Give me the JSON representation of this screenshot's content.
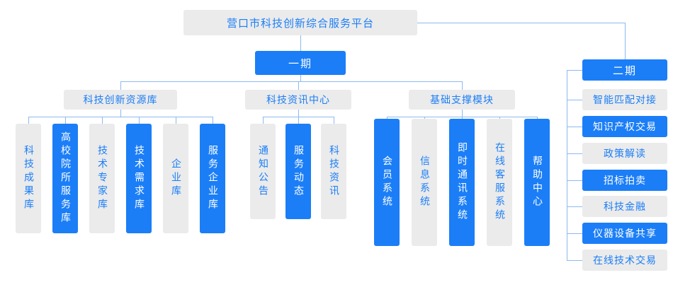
{
  "colors": {
    "highlight_blue": "#1b7ef7",
    "box_gray": "#ebebeb",
    "connector_blue": "#8cbaf0",
    "text_on_gray": "#1b7ef7",
    "text_on_blue": "#ffffff"
  },
  "root": {
    "label": "营口市科技创新综合服务平台"
  },
  "phase1": {
    "label": "一期"
  },
  "phase2": {
    "label": "二期",
    "items": [
      {
        "label": "智能匹配对接"
      },
      {
        "label": "知识产权交易"
      },
      {
        "label": "政策解读"
      },
      {
        "label": "招标拍卖"
      },
      {
        "label": "科技金融"
      },
      {
        "label": "仪器设备共享"
      },
      {
        "label": "在线技术交易"
      }
    ]
  },
  "groups": [
    {
      "label": "科技创新资源库",
      "children": [
        {
          "label": "科技成果库"
        },
        {
          "label": "高校院所服务库"
        },
        {
          "label": "技术专家库"
        },
        {
          "label": "技术需求库"
        },
        {
          "label": "企业库"
        },
        {
          "label": "服务企业库"
        }
      ]
    },
    {
      "label": "科技资讯中心",
      "children": [
        {
          "label": "通知公告"
        },
        {
          "label": "服务动态"
        },
        {
          "label": "科技资讯"
        }
      ]
    },
    {
      "label": "基础支撑模块",
      "children": [
        {
          "label": "会员系统"
        },
        {
          "label": "信息系统"
        },
        {
          "label": "即时通讯系统"
        },
        {
          "label": "在线客服系统"
        },
        {
          "label": "帮助中心"
        }
      ]
    }
  ]
}
